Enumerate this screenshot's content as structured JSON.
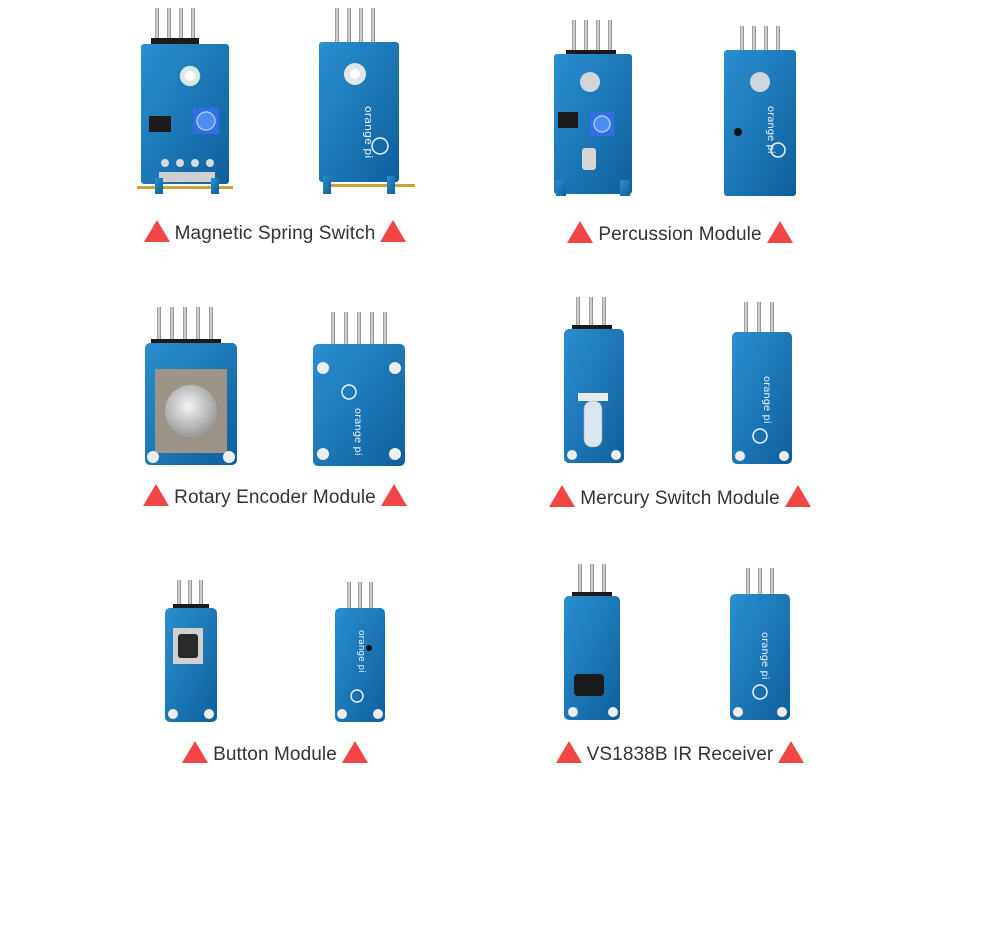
{
  "accent_color": "#f24646",
  "pcb_color": "#1f7fc0",
  "modules": [
    {
      "name": "Magnetic Spring Switch"
    },
    {
      "name": "Percussion Module"
    },
    {
      "name": "Rotary Encoder Module"
    },
    {
      "name": "Mercury Switch Module"
    },
    {
      "name": "Button Module"
    },
    {
      "name": "VS1838B IR Receiver"
    }
  ]
}
